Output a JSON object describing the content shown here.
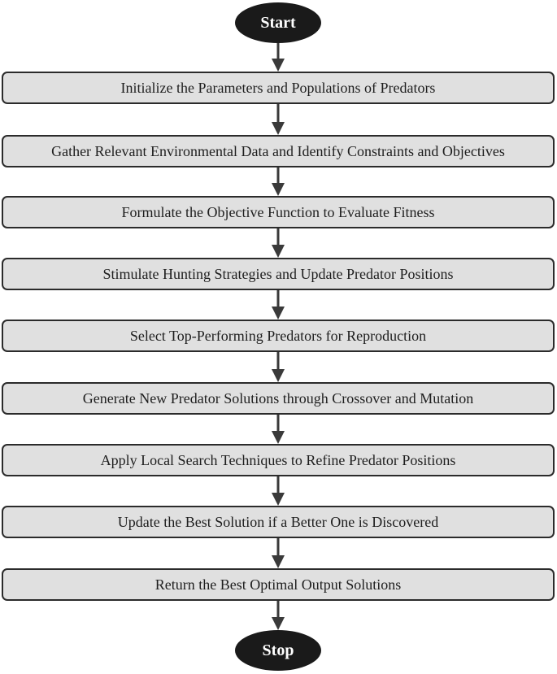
{
  "flowchart": {
    "start_label": "Start",
    "stop_label": "Stop",
    "steps": [
      "Initialize the Parameters and Populations of Predators",
      "Gather Relevant Environmental Data and Identify Constraints and Objectives",
      "Formulate the Objective Function to Evaluate Fitness",
      "Stimulate Hunting Strategies and Update Predator Positions",
      "Select Top-Performing Predators for Reproduction",
      "Generate New Predator Solutions through Crossover and Mutation",
      "Apply Local Search Techniques to Refine Predator Positions",
      "Update the Best Solution if a Better One is Discovered",
      "Return the Best Optimal Output Solutions"
    ],
    "colors": {
      "terminal_fill": "#1a1a1a",
      "terminal_text": "#ffffff",
      "step_fill": "#e0e0e0",
      "step_border": "#2b2b2b",
      "arrow": "#3a3a3a"
    }
  }
}
